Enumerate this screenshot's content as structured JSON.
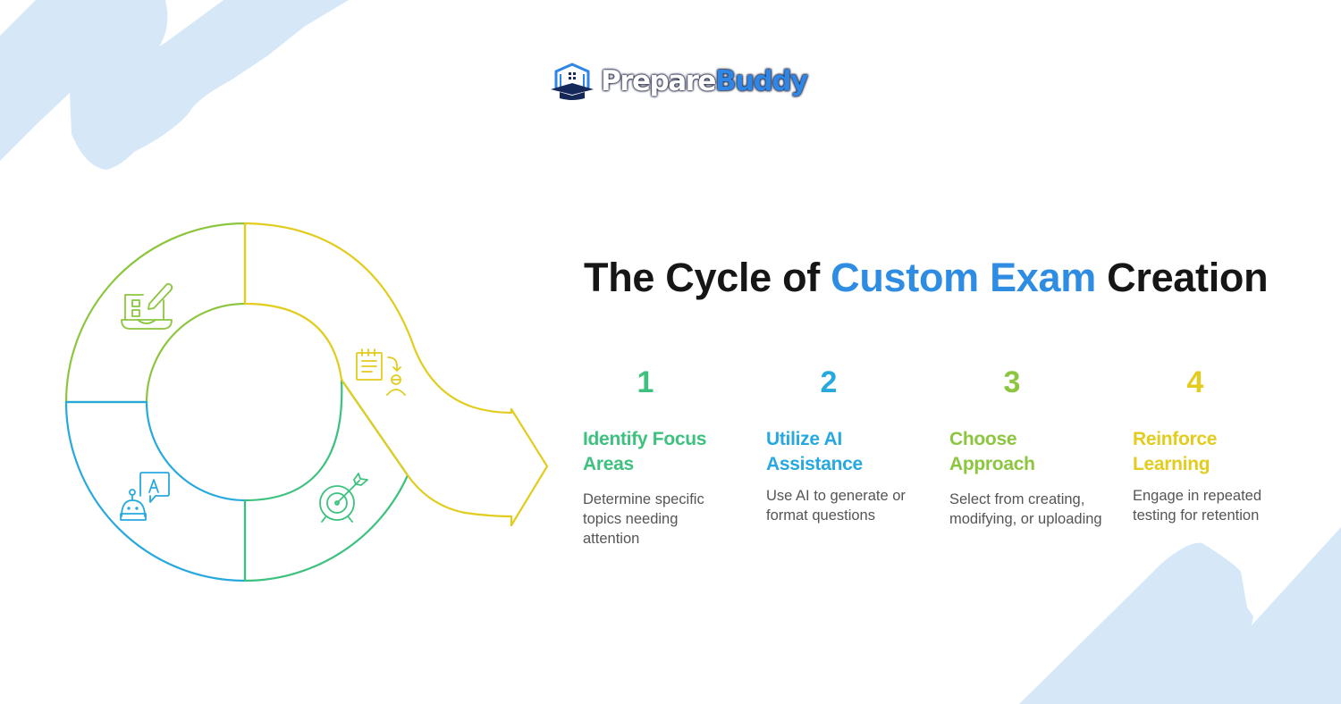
{
  "brand": {
    "logo_part1": "Prepare",
    "logo_part2": "Buddy",
    "logo_icon": "building-graduation-cap-icon",
    "accent_color": "#2e86e6",
    "dark_color": "#1a2240"
  },
  "title": {
    "prefix": "The Cycle of ",
    "highlight": "Custom Exam",
    "suffix": " Creation",
    "highlight_color": "#2e8ce3"
  },
  "steps": [
    {
      "number": "1",
      "heading_line1": "Identify Focus",
      "heading_line2": "Areas",
      "description": "Determine specific topics needing attention",
      "color": "#3cc27e",
      "icon": "target-arrow-icon"
    },
    {
      "number": "2",
      "heading_line1": "Utilize AI",
      "heading_line2": "Assistance",
      "description": "Use AI to generate or format questions",
      "color": "#27a9df",
      "icon": "robot-chat-icon"
    },
    {
      "number": "3",
      "heading_line1": "Choose",
      "heading_line2": "Approach",
      "description": "Select from creating, modifying, or uploading",
      "color": "#8cc63f",
      "icon": "laptop-edit-icon"
    },
    {
      "number": "4",
      "heading_line1": "Reinforce",
      "heading_line2": "Learning",
      "description": "Engage in repeated testing for retention",
      "color": "#e2cc1d",
      "icon": "notepad-person-icon"
    }
  ],
  "background": {
    "brush_color": "#d6e8f8"
  }
}
